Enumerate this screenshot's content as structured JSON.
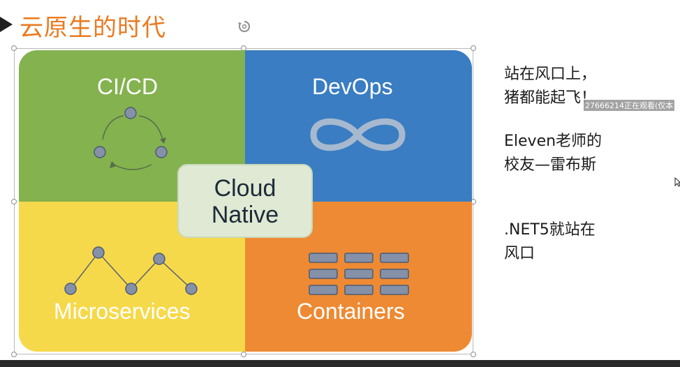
{
  "slide": {
    "title": "云原生的时代",
    "quadrants": {
      "cicd": "CI/CD",
      "devops": "DevOps",
      "microservices": "Microservices",
      "containers": "Containers"
    },
    "center": {
      "line1": "Cloud",
      "line2": "Native"
    },
    "side": {
      "p1_line1": "站在风口上，",
      "p1_line2": "猪都能起飞！",
      "p2_line1": "Eleven老师的",
      "p2_line2": "校友—雷布斯",
      "p3_line1": ".NET5就站在",
      "p3_line2": "风口"
    }
  },
  "overlay": {
    "viewer_text": "27666214正在观看(仅本"
  },
  "icons": [
    "title-arrow-icon",
    "rotate-handle-icon",
    "cycle-icon",
    "infinity-icon",
    "network-graph-icon",
    "container-grid-icon",
    "cursor-icon"
  ],
  "colors": {
    "cicd": "#83b24f",
    "devops": "#3a7dc2",
    "microservices": "#f6d94a",
    "containers": "#ee8a33",
    "center": "#dfe9d3",
    "title": "#ea7a20",
    "icon_fill": "#8591a8"
  }
}
